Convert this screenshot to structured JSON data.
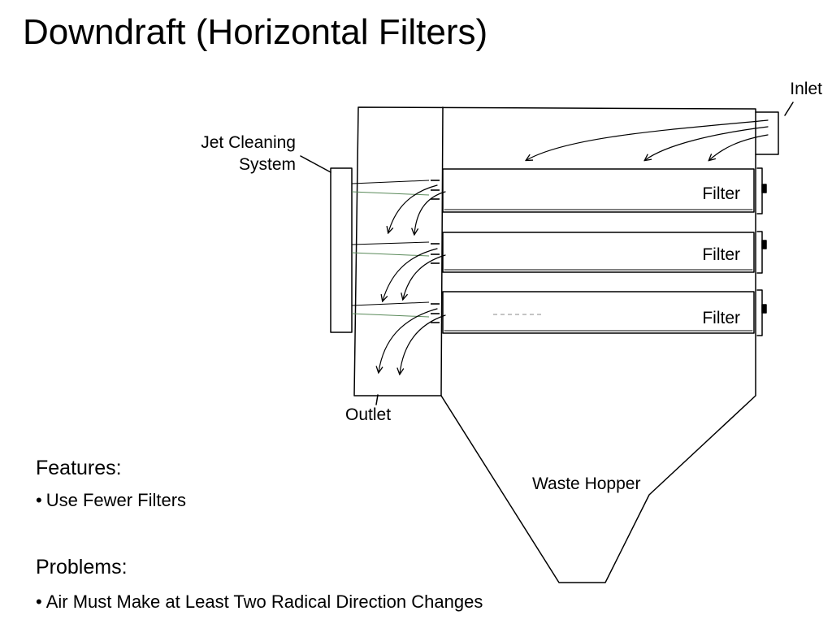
{
  "slide": {
    "title": "Downdraft (Horizontal Filters)"
  },
  "diagram": {
    "labels": {
      "inlet": "Inlet",
      "jet_cleaning_line1": "Jet Cleaning",
      "jet_cleaning_line2": "System",
      "outlet": "Outlet",
      "waste_hopper": "Waste Hopper"
    },
    "filters": [
      {
        "label": "Filter"
      },
      {
        "label": "Filter"
      },
      {
        "label": "Filter"
      }
    ]
  },
  "features": {
    "heading": "Features:",
    "items": [
      "Use Fewer Filters"
    ]
  },
  "problems": {
    "heading": "Problems:",
    "items": [
      "Air Must Make at Least Two Radical Direction Changes"
    ]
  },
  "bullet_glyph": "•"
}
